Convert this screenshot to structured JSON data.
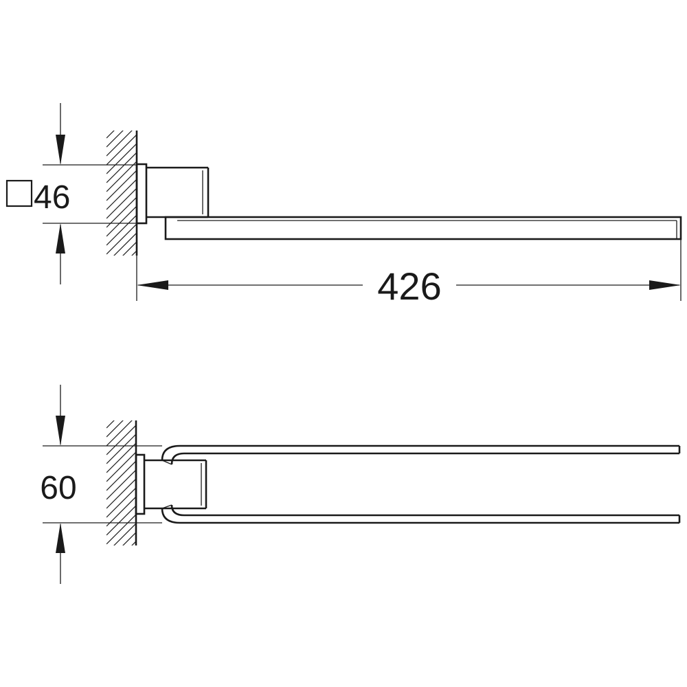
{
  "drawing": {
    "top_view": {
      "square_symbol": "□",
      "flange_dimension": "46",
      "length_dimension": "426"
    },
    "front_view": {
      "bar_spacing_dimension": "60"
    }
  }
}
